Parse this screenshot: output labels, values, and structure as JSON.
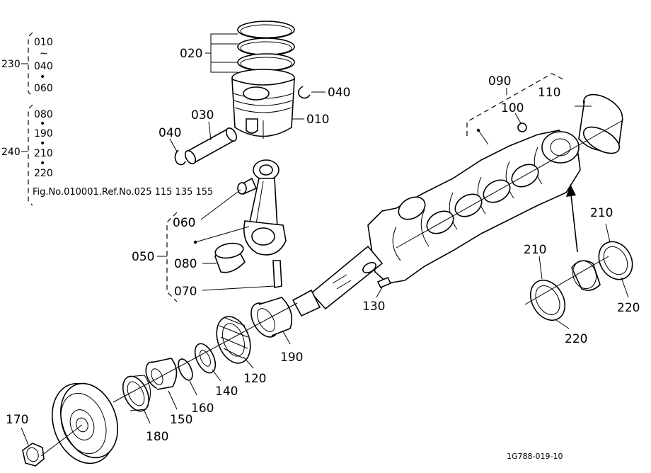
{
  "diagram": {
    "callouts": {
      "p010": "010",
      "p020": "020",
      "p030": "030",
      "p040a": "040",
      "p040b": "040",
      "p050": "050",
      "p060": "060",
      "p070": "070",
      "p080": "080",
      "p090": "090",
      "p100": "100",
      "p110": "110",
      "p120": "120",
      "p130": "130",
      "p140": "140",
      "p150": "150",
      "p160": "160",
      "p170": "170",
      "p180": "180",
      "p190": "190",
      "p210a": "210",
      "p210b": "210",
      "p220a": "220",
      "p220b": "220"
    },
    "groups": {
      "g230": {
        "label": "230",
        "items": [
          "010",
          "~",
          "040",
          "•",
          "060"
        ]
      },
      "g240": {
        "label": "240",
        "items": [
          "080",
          "•",
          "190",
          "•",
          "210",
          "•",
          "220"
        ]
      }
    },
    "reference_note": "Fig.No.010001.Ref.No.025  115  135  155",
    "drawing_code": "1G788-019-10"
  }
}
